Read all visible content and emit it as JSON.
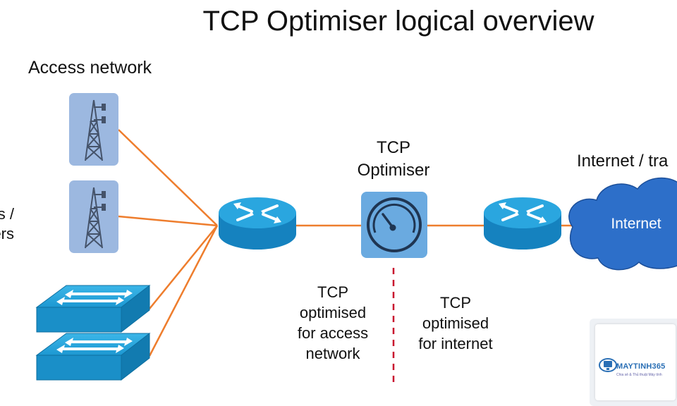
{
  "title": "TCP Optimiser logical overview",
  "access_network_label": "Access network",
  "left_cut_label": {
    "line1": "s /",
    "line2": "ers"
  },
  "optimiser_label": {
    "line1": "TCP",
    "line2": "Optimiser"
  },
  "internet_label": "Internet / tra",
  "cloud_text": "Internet",
  "access_note": {
    "line1": "TCP",
    "line2": "optimised",
    "line3": "for access",
    "line4": "network"
  },
  "internet_note": {
    "line1": "TCP",
    "line2": "optimised",
    "line3": "for internet"
  },
  "watermark": {
    "name": "MAYTINH365",
    "subtitle": "Chia sẻ & Thủ thuật Máy tính"
  },
  "colors": {
    "link": "#ee7d2d",
    "device_blue": "#1b9fd6",
    "tower_bg": "#9cb8e0",
    "optimiser_bg": "#6aaae0",
    "cloud": "#2d6fc9",
    "divider": "#c8102e"
  },
  "icons": [
    "cell-tower-icon",
    "switch-icon",
    "router-icon",
    "gauge-icon",
    "cloud-icon"
  ]
}
